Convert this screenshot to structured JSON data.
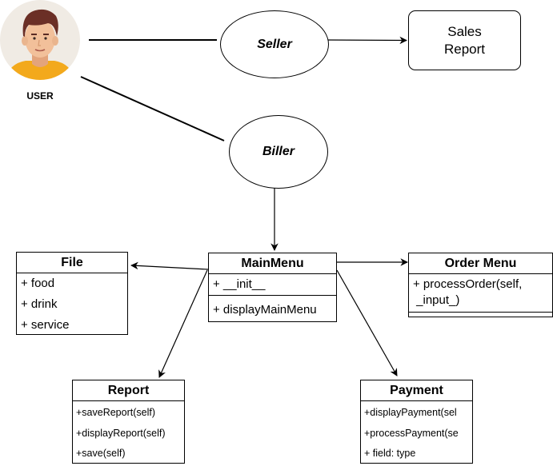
{
  "actor": {
    "label": "USER",
    "icon": "user-avatar-icon"
  },
  "use_cases": {
    "seller": "Seller",
    "biller": "Biller"
  },
  "sales_report": {
    "line1": "Sales",
    "line2": "Report"
  },
  "classes": {
    "file": {
      "name": "File",
      "attributes": [
        "+ food",
        "+ drink",
        "+ service"
      ]
    },
    "main_menu": {
      "name": "MainMenu",
      "attributes": [
        "+ __init__"
      ],
      "methods": [
        "+ displayMainMenu"
      ]
    },
    "order_menu": {
      "name": "Order Menu",
      "methods": [
        "+ processOrder(self,",
        " _input_)"
      ]
    },
    "report": {
      "name": "Report",
      "methods": [
        "+saveReport(self)",
        "+displayReport(self)",
        "+save(self)"
      ]
    },
    "payment": {
      "name": "Payment",
      "methods": [
        "+displayPayment(sel",
        "+processPayment(se",
        "+ field: type"
      ]
    }
  }
}
